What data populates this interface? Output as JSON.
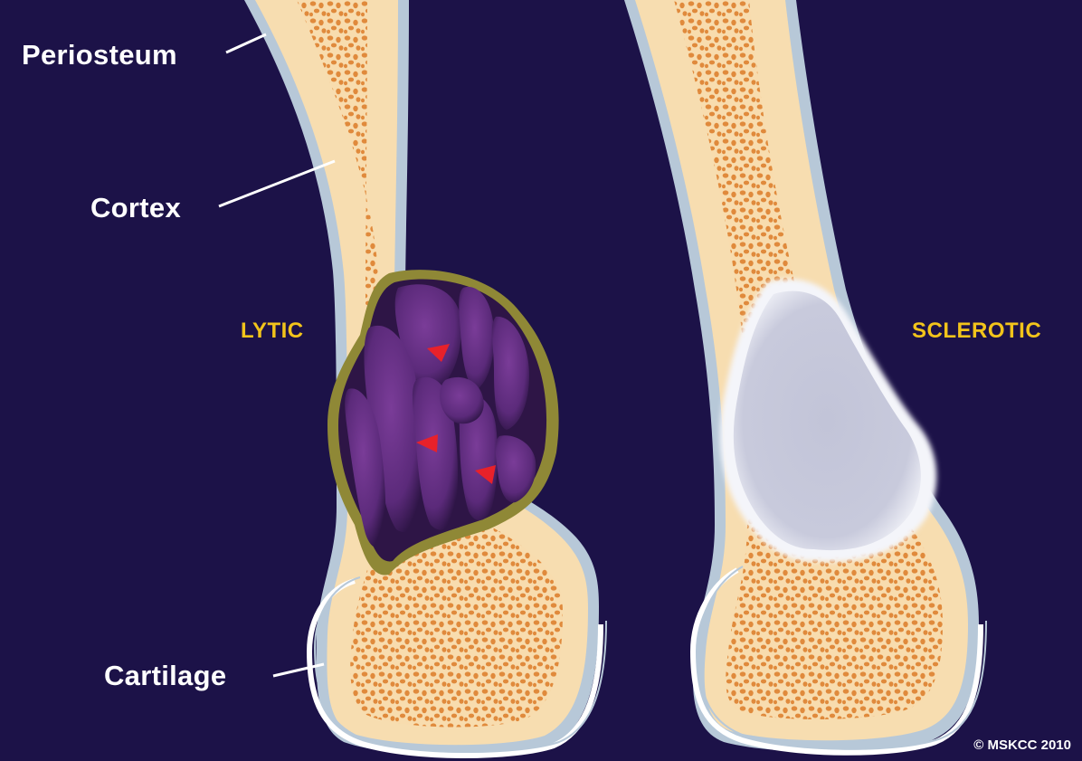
{
  "labels": {
    "periosteum": "Periosteum",
    "cortex": "Cortex",
    "cartilage": "Cartilage",
    "lytic": "LYTIC",
    "sclerotic": "SCLEROTIC"
  },
  "copyright": "© MSKCC 2010",
  "colors": {
    "background": "#1c1248",
    "periosteum": "#b7c8d8",
    "cortex": "#f7ddb0",
    "marrow_spots": "#e08a3c",
    "lytic_lesion": "#5b2a7a",
    "lytic_rim": "#8f8836",
    "sclerotic_lesion": "#c5c7da",
    "cartilage": "#ffffff",
    "label_accent": "#f2c41b",
    "arrow": "#e8212a"
  }
}
